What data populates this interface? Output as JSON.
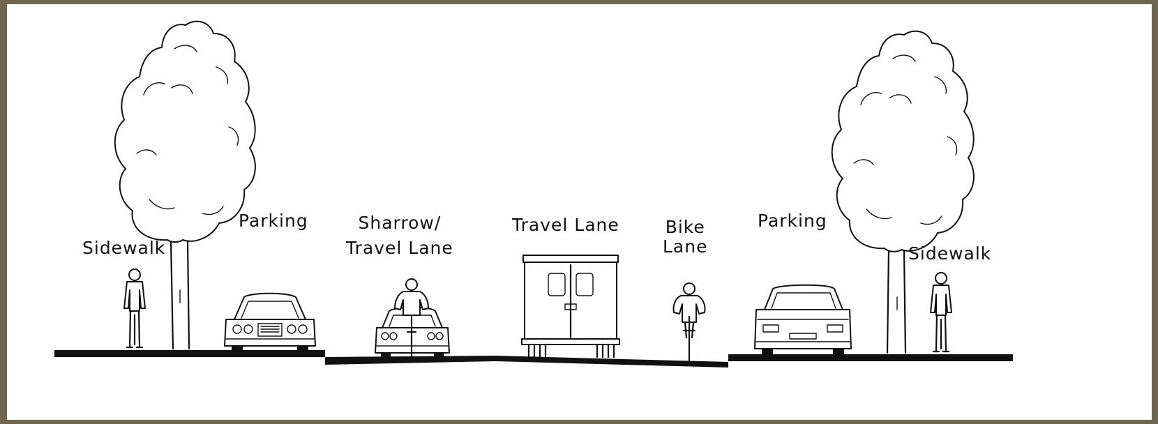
{
  "labels": {
    "sidewalk_left": "Sidewalk",
    "parking_left": "Parking",
    "sharrow_line1": "Sharrow/",
    "sharrow_line2": "Travel Lane",
    "travel_lane": "Travel Lane",
    "bike_line1": "Bike",
    "bike_line2": "Lane",
    "parking_right": "Parking",
    "sidewalk_right": "Sidewalk"
  },
  "colors": {
    "frame_border": "#6f6650",
    "background": "#ffffff",
    "ink": "#111111"
  }
}
